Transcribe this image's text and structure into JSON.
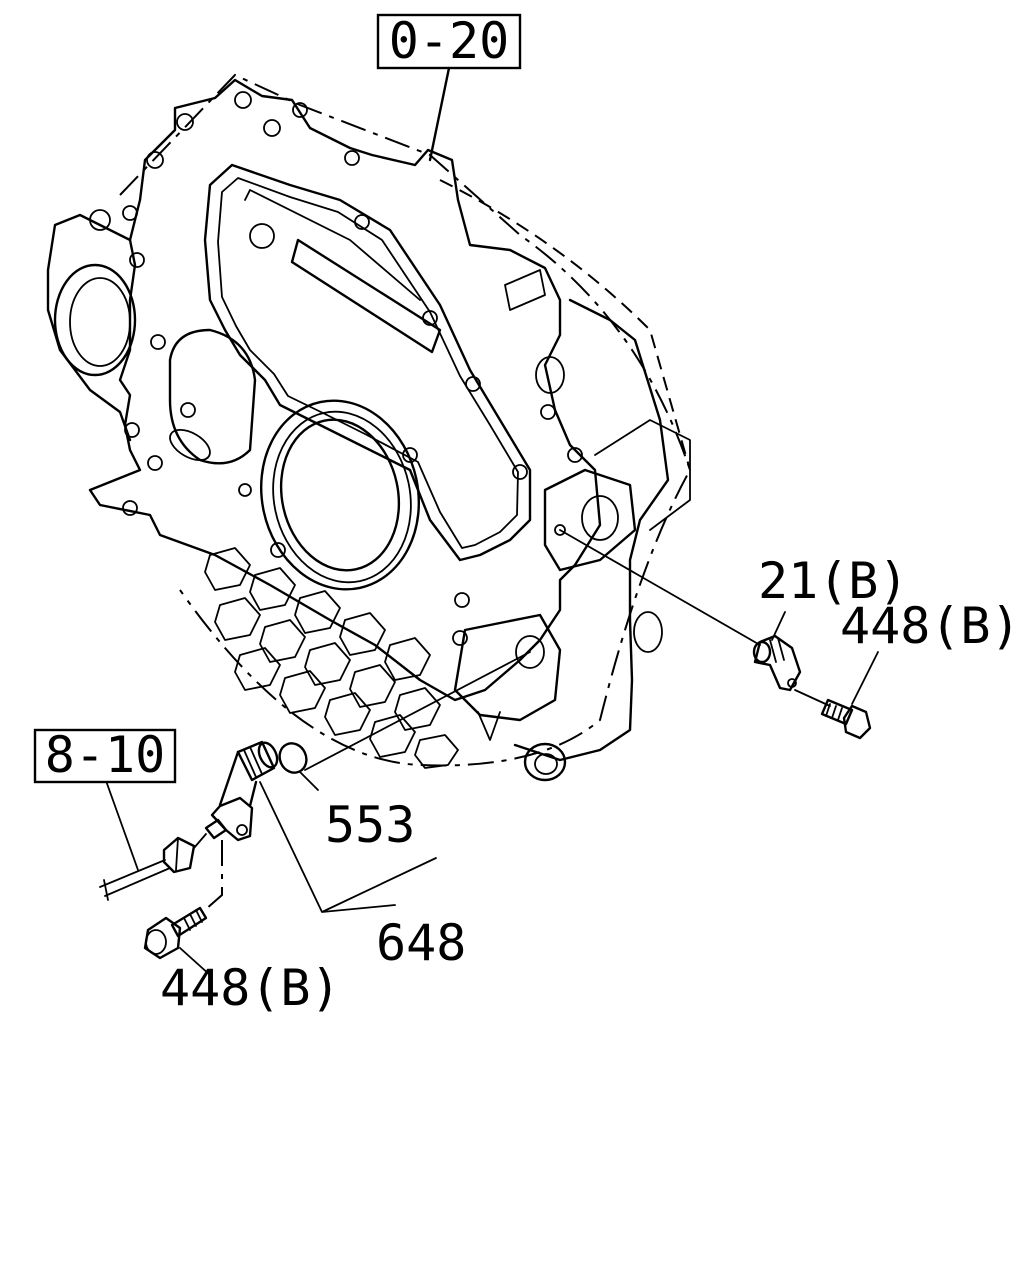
{
  "callouts": {
    "ref_0_20": "0-20",
    "ref_8_10": "8-10",
    "part_21b": "21(B)",
    "part_448b_right": "448(B)",
    "part_553": "553",
    "part_648": "648",
    "part_448b_left": "448(B)"
  }
}
